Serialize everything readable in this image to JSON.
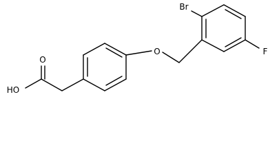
{
  "molecule": {
    "atoms": {
      "bromine": "Br",
      "ether_oxygen": "O",
      "carbonyl_oxygen": "O",
      "fluorine": "F",
      "hydroxyl": "HO"
    }
  }
}
